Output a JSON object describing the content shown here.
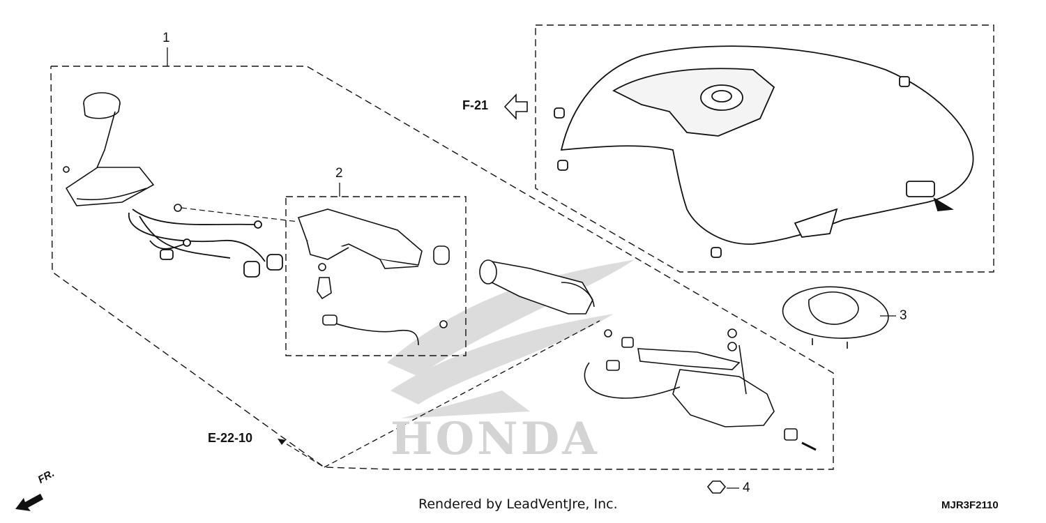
{
  "watermark": {
    "text": "HONDA"
  },
  "callouts": [
    {
      "id": "part-1",
      "number": "1"
    },
    {
      "id": "part-2",
      "number": "2"
    },
    {
      "id": "part-3",
      "number": "3"
    },
    {
      "id": "part-4",
      "number": "4"
    }
  ],
  "references": {
    "f21": "F-21",
    "e2210": "E-22-10"
  },
  "direction_label": "FR.",
  "footer": {
    "credit": "Rendered by LeadVentJre, Inc.",
    "diagram_code": "MJR3F2110"
  },
  "colors": {
    "line": "#111111",
    "watermark": "#d4d4d4"
  }
}
